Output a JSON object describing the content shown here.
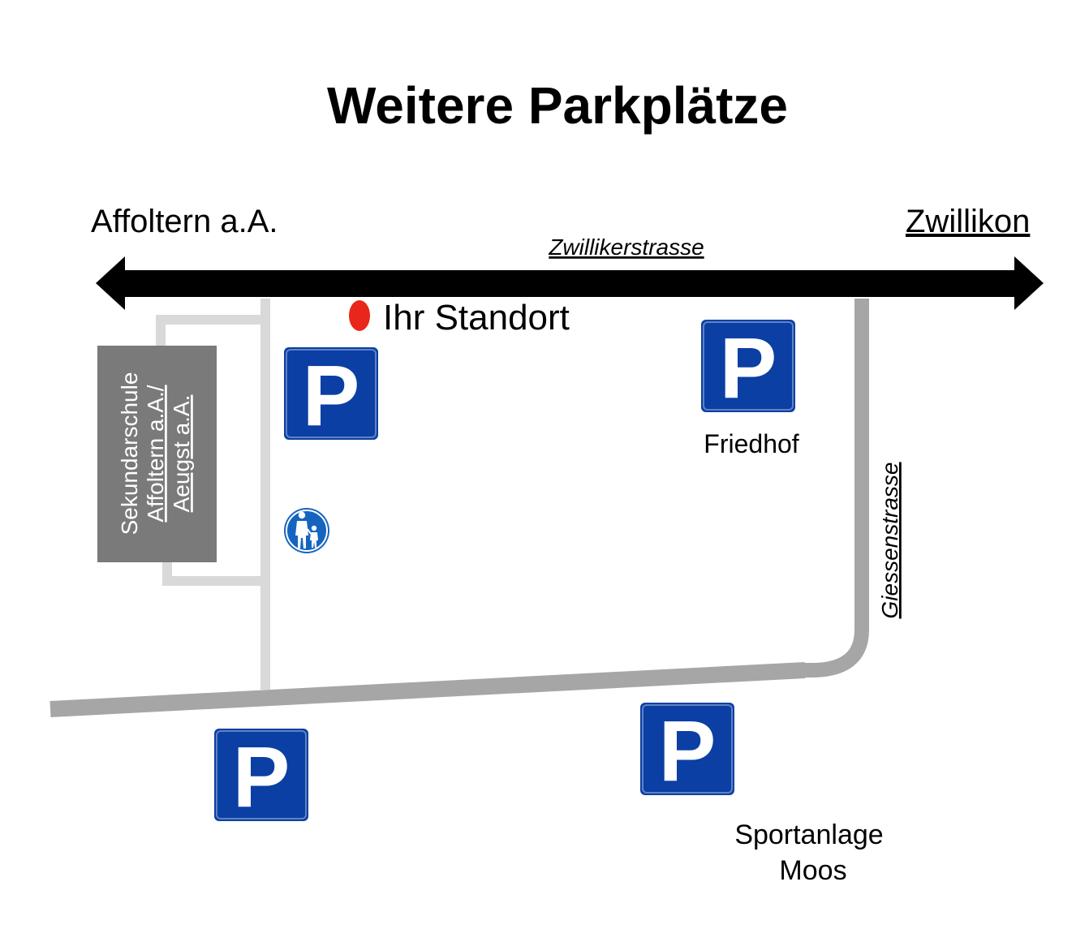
{
  "title": "Weitere Parkplätze",
  "destinations": {
    "left": "Affoltern a.A.",
    "right": "Zwillikon"
  },
  "streets": {
    "main": "Zwillikerstrasse",
    "side": "Giessenstrasse"
  },
  "location": {
    "label": "Ihr Standort",
    "color": "#e8261b"
  },
  "school": {
    "lines": [
      "Sekundarschule",
      "Affoltern a.A./",
      "Aeugst a.A."
    ],
    "color": "#7a7a7a"
  },
  "parking": {
    "letter": "P",
    "color": "#0b3fa3",
    "friedhof_label": "Friedhof",
    "sport_label_lines": [
      "Sportanlage",
      "Moos"
    ]
  },
  "icons": [
    "parking-sign-icon",
    "pedestrian-path-icon",
    "location-dot-icon"
  ],
  "colors": {
    "main_road": "#000000",
    "side_road": "#a6a6a6",
    "path": "#d9d9d9",
    "pedestrian_sign": "#1565c0"
  }
}
